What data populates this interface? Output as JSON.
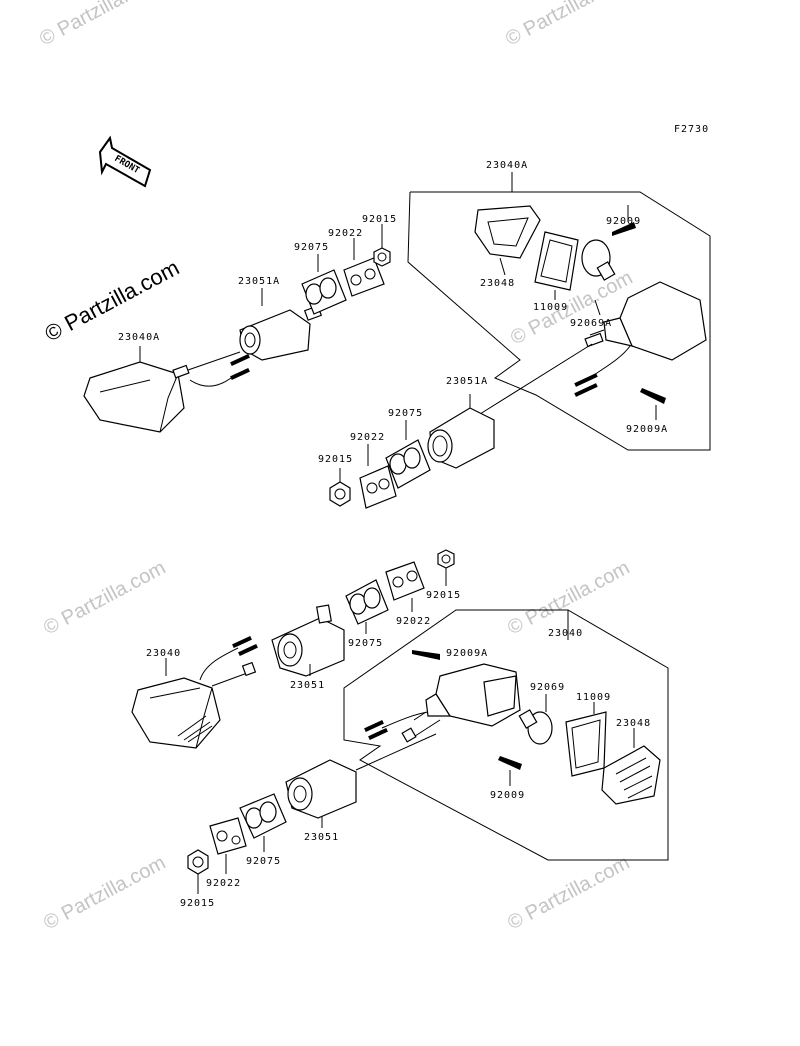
{
  "figure_code": "F2730",
  "front_label": "FRONT",
  "watermark": "© Partzilla.com",
  "front_right_assembly": {
    "part_numbers": [
      "23040A",
      "23048",
      "11009",
      "92069A",
      "92009",
      "92009A",
      "23051A",
      "92075",
      "92022",
      "92015"
    ]
  },
  "front_left_assembly": {
    "part_numbers": [
      "23040A",
      "23051A",
      "92075",
      "92022",
      "92015"
    ]
  },
  "rear_right_assembly": {
    "part_numbers": [
      "23040",
      "92009A",
      "92069",
      "11009",
      "23048",
      "92009",
      "23051",
      "92075",
      "92022",
      "92015"
    ]
  },
  "rear_left_assembly": {
    "part_numbers": [
      "23040",
      "23051",
      "92075",
      "92022",
      "92015"
    ]
  }
}
